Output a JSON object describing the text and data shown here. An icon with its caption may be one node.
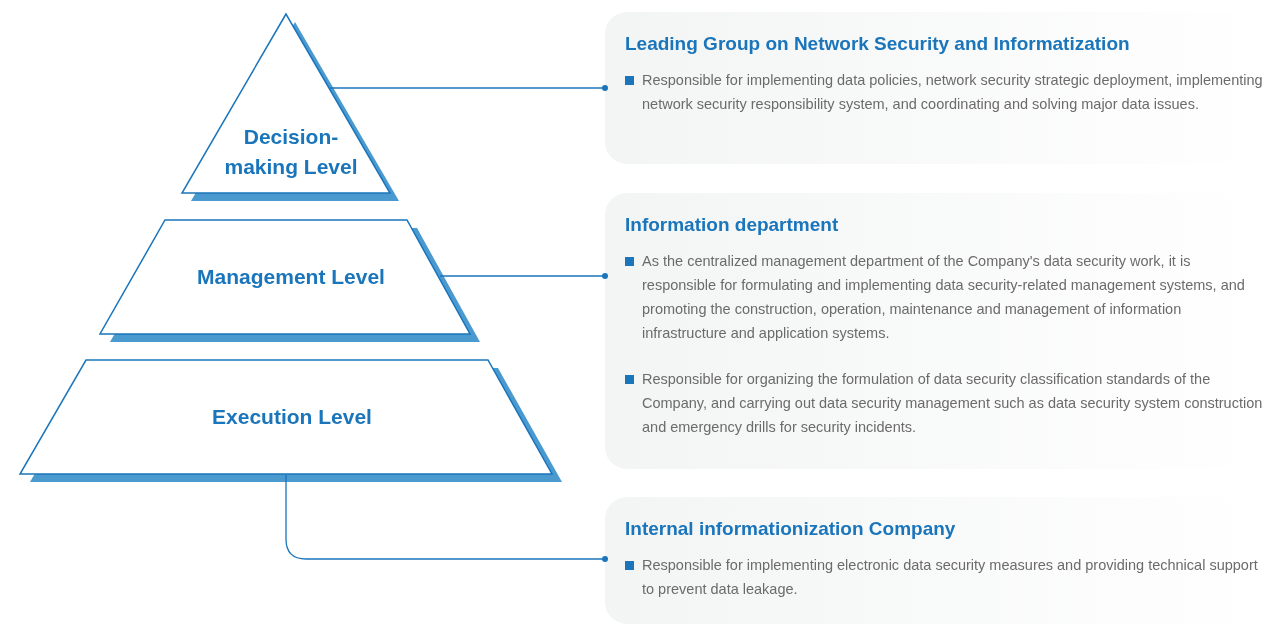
{
  "diagram": {
    "nodes": [
      {
        "text": [
          "Decision-making Level"
        ]
      },
      {
        "text": [
          "Management Level"
        ]
      },
      {
        "text": [
          "Execution Level"
        ]
      },
      {
        "text": [
          "Leading Group on Network Security and Informatization",
          "Responsible for implementing data policies, network security strategic deployment, implementing network security responsibility system, and coordinating and solving major data issues."
        ]
      },
      {
        "text": [
          "Information department",
          "As the centralized management department of the Company's data security work, it is responsible for formulating and implementing data security-related management systems, and promoting the construction, operation, maintenance and management of information infrastructure and application systems.",
          "Responsible for organizing the formulation of data security classification standards of the Company, and carrying out data security management such as data security system construction and emergency drills for security incidents."
        ]
      },
      {
        "text": [
          "Internal informationization Company",
          "Responsible for implementing electronic data security measures and providing technical support to prevent data leakage."
        ]
      }
    ],
    "edges": [
      {
        "from": 0,
        "to": 3,
        "arrow": "other"
      },
      {
        "from": 1,
        "to": 4,
        "arrow": "other"
      },
      {
        "from": 2,
        "to": 5,
        "arrow": "other"
      }
    ]
  }
}
